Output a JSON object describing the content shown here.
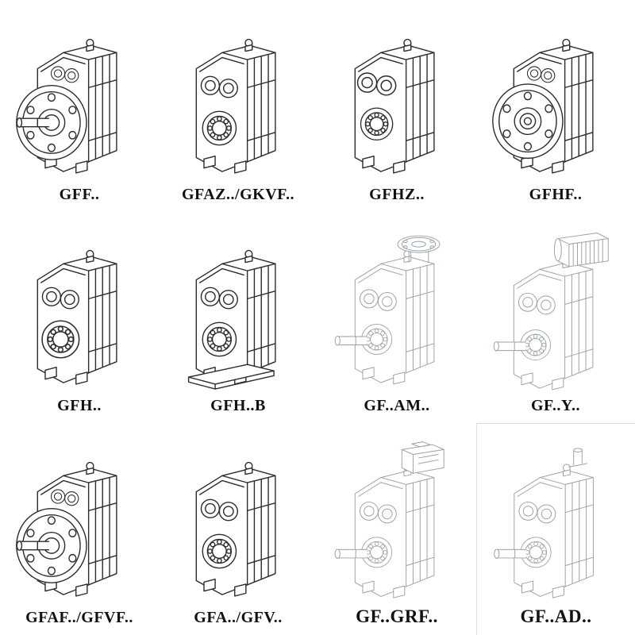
{
  "colors": {
    "ink": "#2d2d2d",
    "phantom": "#9aa1a8",
    "paper": "#ffffff"
  },
  "products": [
    {
      "label": "GFF..",
      "drawing": "gearbox-flange-with-shaft"
    },
    {
      "label": "GFAZ../GKVF..",
      "drawing": "gearbox-hollow-shaft"
    },
    {
      "label": "GFHZ..",
      "drawing": "gearbox-hollow-shaft"
    },
    {
      "label": "GFHF..",
      "drawing": "gearbox-flange"
    },
    {
      "label": "GFH..",
      "drawing": "gearbox-hollow-shaft"
    },
    {
      "label": "GFH..B",
      "drawing": "gearbox-hollow-shaft-base"
    },
    {
      "label": "GF..AM..",
      "drawing": "gearbox-phantom-top-flange"
    },
    {
      "label": "GF..Y..",
      "drawing": "gearbox-phantom-motor"
    },
    {
      "label": "GFAF../GFVF..",
      "drawing": "gearbox-flange-with-shaft"
    },
    {
      "label": "GFA../GFV..",
      "drawing": "gearbox-hollow-shaft"
    },
    {
      "label": "GF..GRF..",
      "drawing": "gearbox-phantom-adapter"
    },
    {
      "label": "GF..AD..",
      "drawing": "gearbox-phantom-input-shaft"
    }
  ]
}
